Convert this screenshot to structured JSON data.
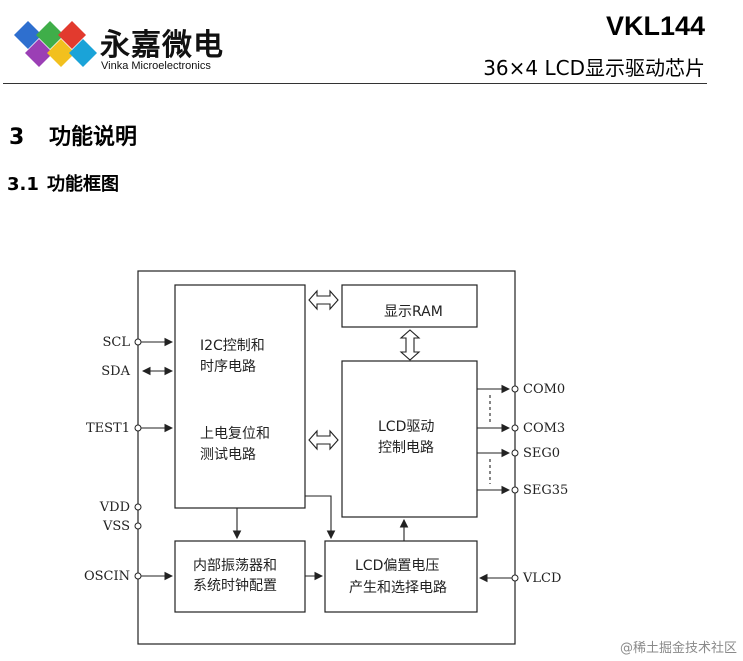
{
  "header": {
    "brand_cn": "永嘉微电",
    "brand_en": "Vinka Microelectronics",
    "part_number": "VKL144",
    "part_description": "36×4 LCD显示驱动芯片"
  },
  "section": {
    "number": "3",
    "title": "功能说明",
    "sub_number": "3.1",
    "sub_title": "功能框图"
  },
  "diagram": {
    "i2c_block": [
      "I2C控制和",
      "时序电路",
      "上电复位和",
      "测试电路"
    ],
    "ram_block": "显示RAM",
    "lcd_driver_block": [
      "LCD驱动",
      "控制电路"
    ],
    "osc_block": [
      "内部振荡器和",
      "系统时钟配置"
    ],
    "bias_block": [
      "LCD偏置电压",
      "产生和选择电路"
    ],
    "pins_left": [
      "SCL",
      "SDA",
      "TEST1",
      "VDD",
      "VSS",
      "OSCIN"
    ],
    "pins_right": [
      "COM0",
      "COM3",
      "SEG0",
      "SEG35",
      "VLCD"
    ]
  },
  "watermark": "@稀土掘金技术社区"
}
